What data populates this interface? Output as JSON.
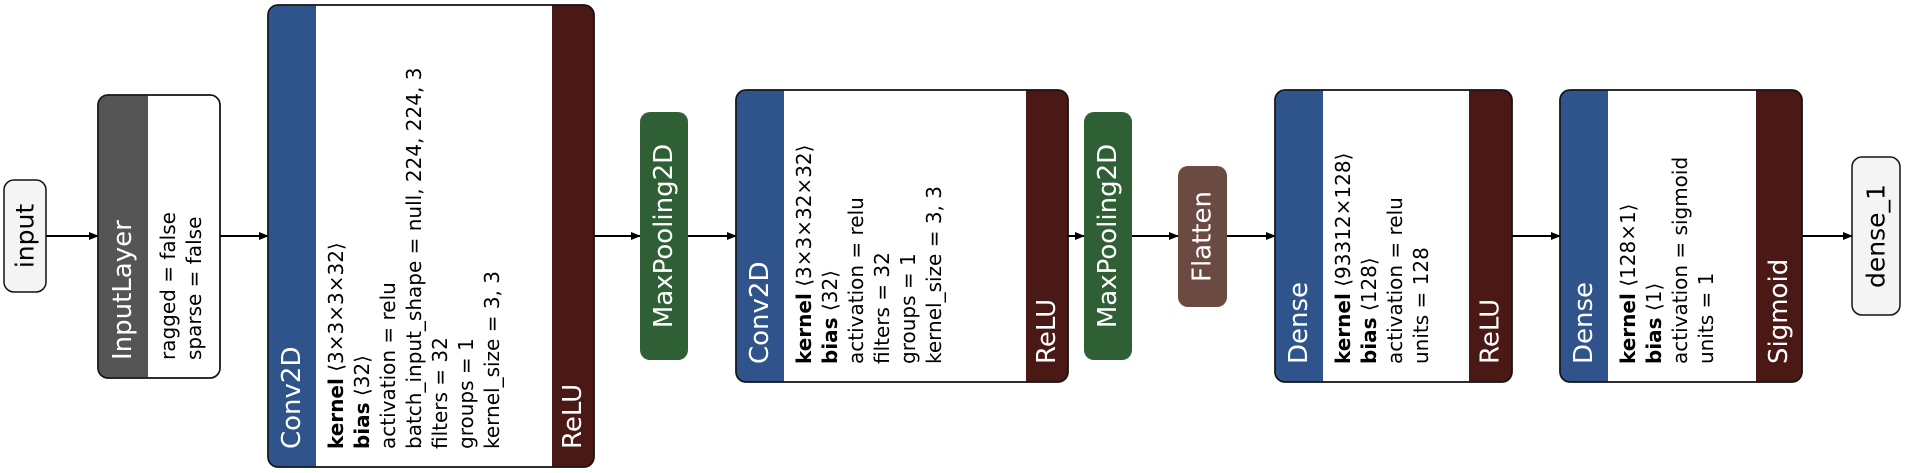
{
  "colors": {
    "input_layer": "#555555",
    "conv": "#2f548b",
    "pool": "#2f5f35",
    "flatten": "#6b4a42",
    "dense": "#2f548b",
    "activation": "#4a1815",
    "edge": "#000000",
    "io_fill": "#f4f4f4"
  },
  "nodes": {
    "input": {
      "label": "input"
    },
    "inputlayer": {
      "title": "InputLayer",
      "params": [
        {
          "text": "ragged = false"
        },
        {
          "text": "sparse = false"
        }
      ]
    },
    "conv2d_1": {
      "title": "Conv2D",
      "activation": "ReLU",
      "params": [
        {
          "bold": "kernel",
          "text": " ⟨3×3×3×32⟩"
        },
        {
          "bold": "bias",
          "text": " ⟨32⟩"
        },
        {
          "text": "activation = relu"
        },
        {
          "text": "batch_input_shape = null, 224, 224, 3"
        },
        {
          "text": "filters = 32"
        },
        {
          "text": "groups = 1"
        },
        {
          "text": "kernel_size = 3, 3"
        }
      ]
    },
    "maxpool_1": {
      "title": "MaxPooling2D"
    },
    "conv2d_2": {
      "title": "Conv2D",
      "activation": "ReLU",
      "params": [
        {
          "bold": "kernel",
          "text": " ⟨3×3×32×32⟩"
        },
        {
          "bold": "bias",
          "text": " ⟨32⟩"
        },
        {
          "text": "activation = relu"
        },
        {
          "text": "filters = 32"
        },
        {
          "text": "groups = 1"
        },
        {
          "text": "kernel_size = 3, 3"
        }
      ]
    },
    "maxpool_2": {
      "title": "MaxPooling2D"
    },
    "flatten": {
      "title": "Flatten"
    },
    "dense_1": {
      "title": "Dense",
      "activation": "ReLU",
      "params": [
        {
          "bold": "kernel",
          "text": " ⟨93312×128⟩"
        },
        {
          "bold": "bias",
          "text": " ⟨128⟩"
        },
        {
          "text": "activation = relu"
        },
        {
          "text": "units = 128"
        }
      ]
    },
    "dense_2": {
      "title": "Dense",
      "activation": "Sigmoid",
      "params": [
        {
          "bold": "kernel",
          "text": " ⟨128×1⟩"
        },
        {
          "bold": "bias",
          "text": " ⟨1⟩"
        },
        {
          "text": "activation = sigmoid"
        },
        {
          "text": "units = 1"
        }
      ]
    },
    "output": {
      "label": "dense_1"
    }
  }
}
